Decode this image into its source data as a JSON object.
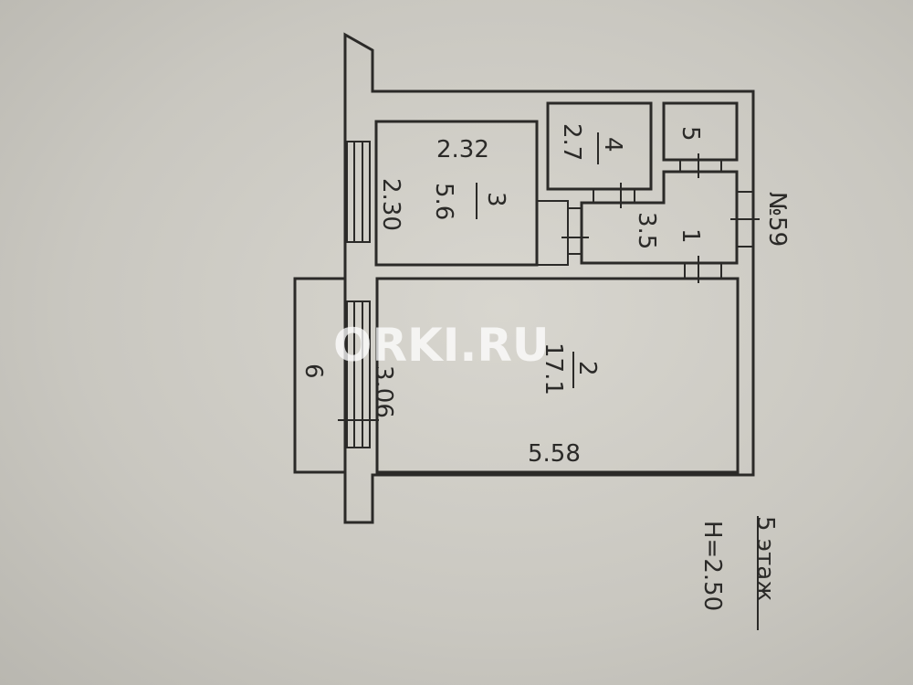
{
  "watermark": "ORKI.RU",
  "apartment_number": "№59",
  "floor_label": "5 этаж",
  "ceiling_height": "H=2.50",
  "rooms": [
    {
      "number": "1",
      "area": "3.5"
    },
    {
      "number": "2",
      "area": "17.1"
    },
    {
      "number": "3",
      "area": "5.6"
    },
    {
      "number": "4",
      "area": "2.7"
    },
    {
      "number": "5",
      "area": ""
    },
    {
      "number": "6",
      "area": ""
    }
  ],
  "dimensions": {
    "room3_width": "2.32",
    "room3_length": "2.30",
    "room2_width": "3.06",
    "room2_length": "5.58"
  }
}
